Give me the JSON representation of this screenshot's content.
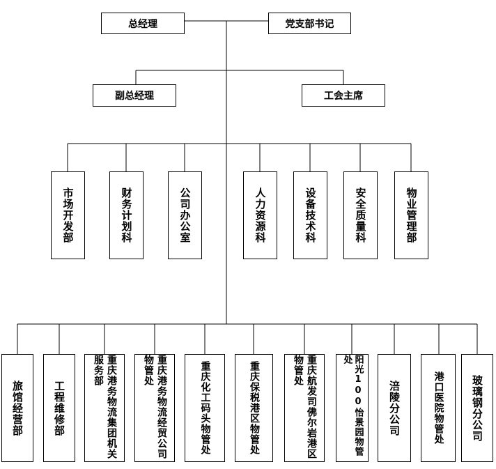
{
  "chart": {
    "top_level": [
      {
        "id": "gm",
        "label": "总经理"
      },
      {
        "id": "party",
        "label": "党支部书记"
      }
    ],
    "second_level": [
      {
        "id": "deputy",
        "label": "副总经理"
      },
      {
        "id": "union",
        "label": "工会主席"
      }
    ],
    "departments": [
      {
        "id": "market",
        "label": "市场开发部"
      },
      {
        "id": "finance",
        "label": "财务计划科"
      },
      {
        "id": "office",
        "label": "公司办公室"
      },
      {
        "id": "hr",
        "label": "人力资源科"
      },
      {
        "id": "equip",
        "label": "设备技术科"
      },
      {
        "id": "safety",
        "label": "安全质量科"
      },
      {
        "id": "property",
        "label": "物业管理部"
      }
    ],
    "units": [
      {
        "id": "hotel",
        "label": "旅馆经营部"
      },
      {
        "id": "eng",
        "label": "工程维修部"
      },
      {
        "id": "logistics_group",
        "label": "重庆港务物流集团机关服务部"
      },
      {
        "id": "logistics_trade",
        "label": "重庆港务物流经贸公司物管处"
      },
      {
        "id": "chem",
        "label": "重庆化工码头物管处"
      },
      {
        "id": "bonded",
        "label": "重庆保税港区物管处"
      },
      {
        "id": "fuer",
        "label": "重庆航发司佛尔岩港区物管处"
      },
      {
        "id": "yangguang",
        "label": "阳光100怡景园物管处"
      },
      {
        "id": "fuling",
        "label": "涪陵分公司"
      },
      {
        "id": "hospital",
        "label": "港口医院物管处"
      },
      {
        "id": "glass",
        "label": "玻璃钢分公司"
      }
    ]
  }
}
